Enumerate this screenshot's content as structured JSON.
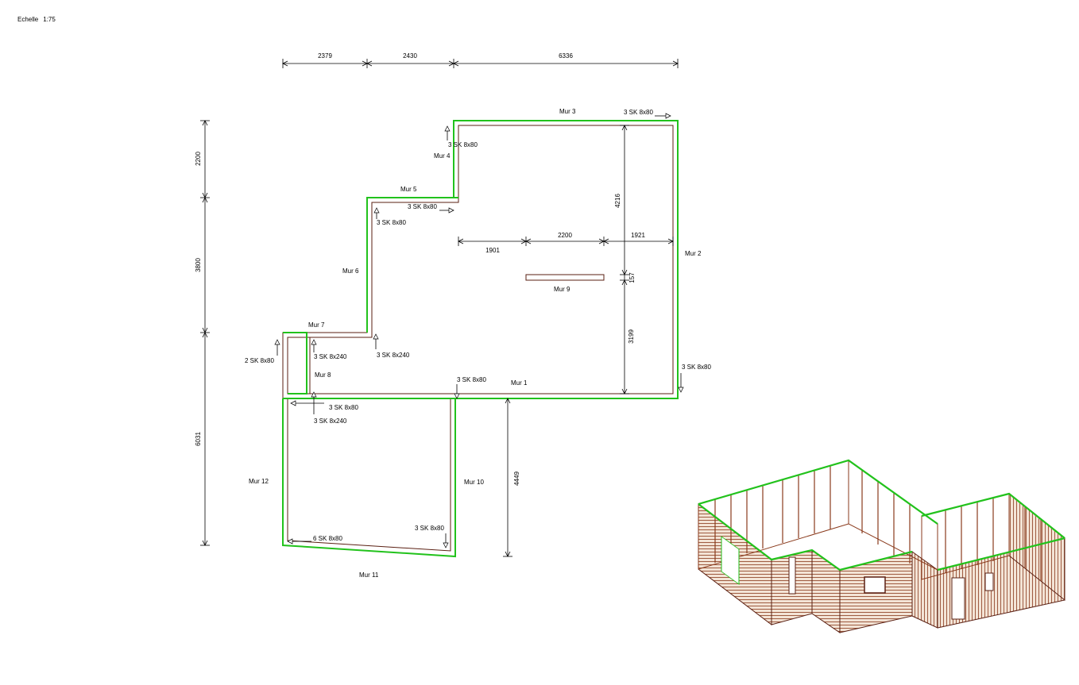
{
  "scale": {
    "label": "Echelle",
    "value": "1:75"
  },
  "dimensions": {
    "top": [
      "2379",
      "2430",
      "6336"
    ],
    "left": [
      "2200",
      "3800",
      "6031"
    ],
    "inner_h": [
      "1901",
      "2200",
      "1921"
    ],
    "inner_v": [
      "4216",
      "157",
      "3199"
    ],
    "bottom_v": "4449"
  },
  "walls": {
    "mur1": "Mur 1",
    "mur2": "Mur 2",
    "mur3": "Mur 3",
    "mur4": "Mur 4",
    "mur5": "Mur 5",
    "mur6": "Mur 6",
    "mur7": "Mur 7",
    "mur8": "Mur 8",
    "mur9": "Mur 9",
    "mur10": "Mur 10",
    "mur11": "Mur 11",
    "mur12": "Mur 12"
  },
  "anchors": {
    "a1": "3 SK 8x80",
    "a2": "3 SK 8x80",
    "a3": "3 SK 8x80",
    "a4": "3 SK 8x80",
    "a5": "2 SK 8x80",
    "a6": "3 SK 8x240",
    "a7": "3 SK 8x240",
    "a8": "3 SK 8x80",
    "a9": "3 SK 8x80",
    "a10": "3 SK 8x80",
    "a11": "3 SK 8x240",
    "a12": "6 SK 8x80",
    "a13": "3 SK 8x80"
  },
  "colors": {
    "wall_outline": "#5a1f12",
    "wall_top": "#22c21c",
    "timber": "#8a3a1c"
  }
}
